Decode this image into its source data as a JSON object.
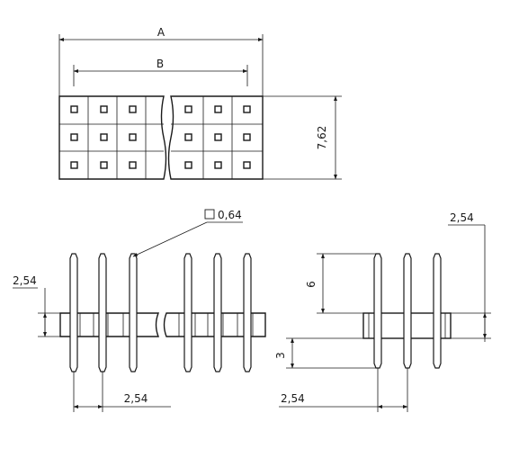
{
  "labels": {
    "dim_a": "A",
    "dim_b": "B",
    "height": "7,62",
    "pin_square": "0,64",
    "pitch_left": "2,54",
    "pitch_bottom": "2,54",
    "pitch_right_top": "2,54",
    "pitch_right_bottom": "2,54",
    "upper_length": "6",
    "lower_length": "3"
  }
}
